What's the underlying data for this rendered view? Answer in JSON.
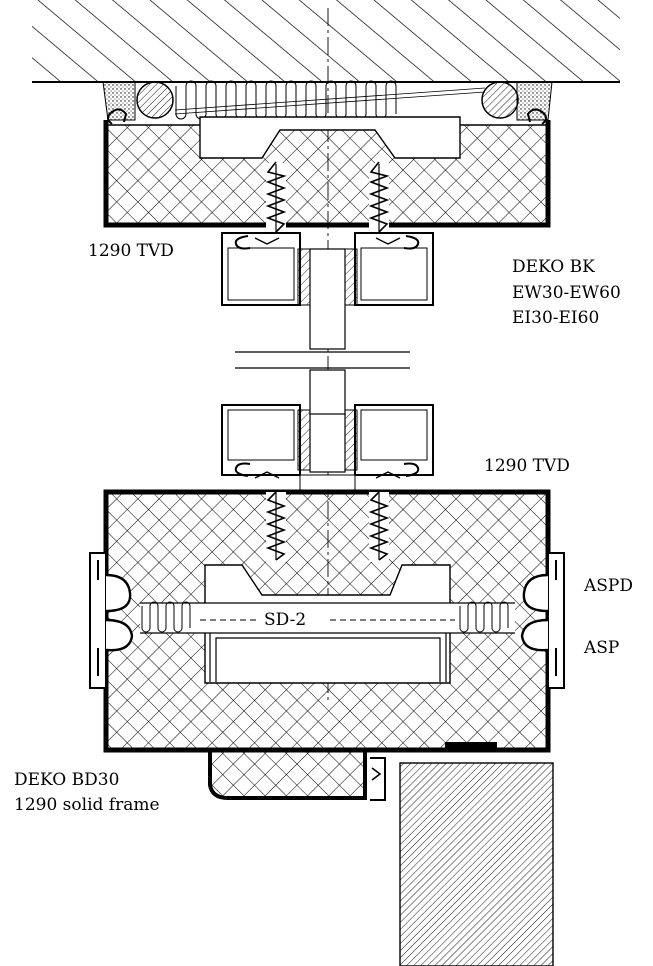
{
  "labels": {
    "tvd_top": "1290 TVD",
    "deko_bk": "DEKO BK",
    "ew": "EW30-EW60",
    "ei": "EI30-EI60",
    "tvd_bottom": "1290 TVD",
    "aspd": "ASPD",
    "sd2": "SD-2",
    "asp": "ASP",
    "deko_bd30": "DEKO BD30",
    "solid_frame": "1290 solid frame"
  },
  "colors": {
    "ink": "#000000",
    "paper": "#ffffff"
  }
}
